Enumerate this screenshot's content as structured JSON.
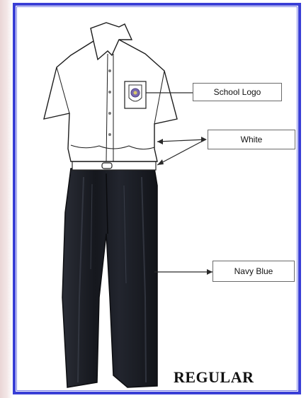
{
  "labels": {
    "logo": "School Logo",
    "shirt_color": "White",
    "trousers_color": "Navy Blue"
  },
  "title": "REGULAR",
  "colors": {
    "frame_border": "#3a3fd6",
    "trousers": "#1c1f28",
    "shirt": "#ffffff",
    "logo_badge": "#7b6bb0"
  }
}
